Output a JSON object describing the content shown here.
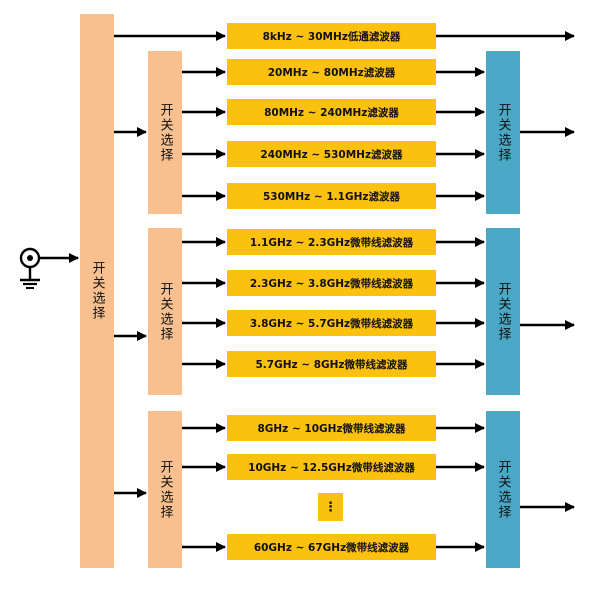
{
  "switch_label": "开关选择",
  "main_switch": {
    "label": "开关选择"
  },
  "groups": [
    {
      "in_label": "开关选择",
      "out_label": "开关选择"
    },
    {
      "in_label": "开关选择",
      "out_label": "开关选择"
    },
    {
      "in_label": "开关选择",
      "out_label": "开关选择"
    }
  ],
  "filters": [
    "8kHz ~ 30MHz低通滤波器",
    "20MHz ~ 80MHz滤波器",
    "80MHz ~ 240MHz滤波器",
    "240MHz ~ 530MHz滤波器",
    "530MHz ~ 1.1GHz滤波器",
    "1.1GHz ~ 2.3GHz微带线滤波器",
    "2.3GHz ~ 3.8GHz微带线滤波器",
    "3.8GHz ~ 5.7GHz微带线滤波器",
    "5.7GHz ~ 8GHz微带线滤波器",
    "8GHz ~ 10GHz微带线滤波器",
    "10GHz ~ 12.5GHz微带线滤波器",
    "60GHz ~ 67GHz微带线滤波器"
  ],
  "ellipsis": "⋮",
  "colors": {
    "switch_in": "#f8c08e",
    "switch_out": "#4aa7c6",
    "filter": "#fcc10e",
    "wire": "#000000"
  },
  "icons": {
    "input": "antenna-connector-icon"
  }
}
